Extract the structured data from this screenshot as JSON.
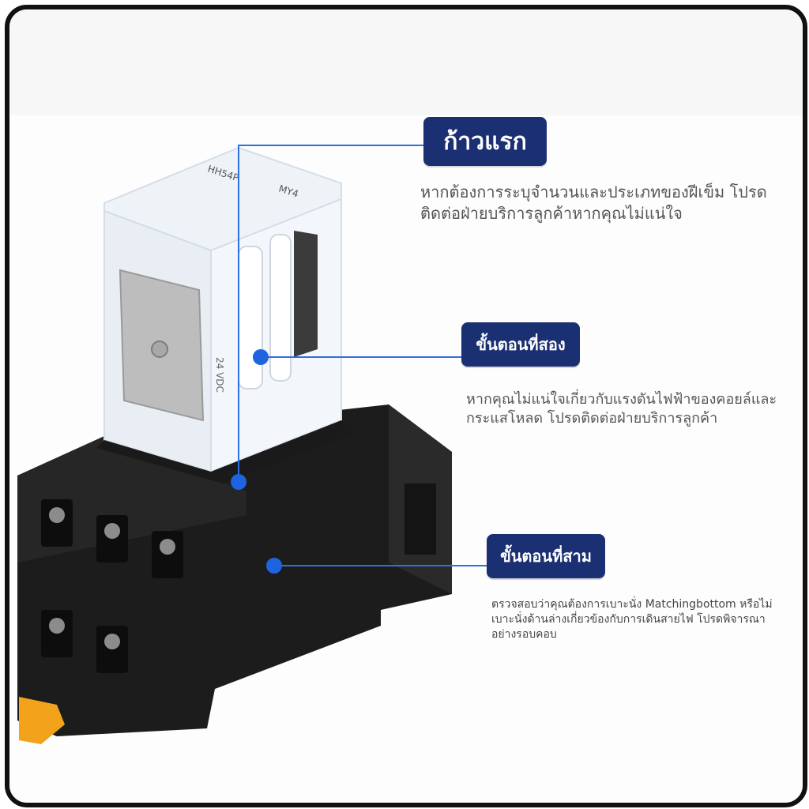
{
  "steps": [
    {
      "label": "ก้าวแรก",
      "description": "หากต้องการระบุจำนวนและประเภทของฝีเข็ม โปรดติดต่อฝ่ายบริการลูกค้าหากคุณไม่แน่ใจ"
    },
    {
      "label": "ขั้นตอนที่สอง",
      "description": "หากคุณไม่แน่ใจเกี่ยวกับแรงดันไฟฟ้าของคอยล์และกระแสโหลด โปรดติดต่อฝ่ายบริการลูกค้า"
    },
    {
      "label": "ขั้นตอนที่สาม",
      "description": "ตรวจสอบว่าคุณต้องการเบาะนั่ง Matchingbottom หรือไม่ เบาะนั่งด้านล่างเกี่ยวข้องกับการเดินสายไฟ โปรดพิจารณาอย่างรอบคอบ"
    }
  ],
  "product": {
    "model_label": "HH54P",
    "model_alt": "MY4",
    "coil_voltage": "24 VDC",
    "colors": {
      "base_black": "#1b1b1b",
      "clip_orange": "#f2a21b",
      "accent_blue": "#1b2f73"
    }
  }
}
